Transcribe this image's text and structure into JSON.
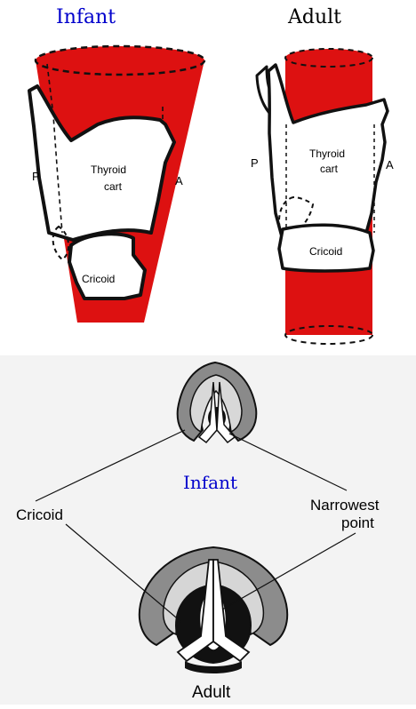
{
  "titles": {
    "infant": "Infant",
    "adult": "Adult"
  },
  "top_labels": {
    "posterior": "P",
    "anterior": "A",
    "thyroid_line1": "Thyroid",
    "thyroid_line2": "cart",
    "cricoid": "Cricoid"
  },
  "bottom_labels": {
    "infant": "Infant",
    "adult": "Adult",
    "cricoid": "Cricoid",
    "narrowest_line1": "Narrowest",
    "narrowest_line2": "point"
  },
  "colors": {
    "airway_red": "#dd1111",
    "infant_title_blue": "#0000cc",
    "bottom_background": "#f3f3f3"
  }
}
